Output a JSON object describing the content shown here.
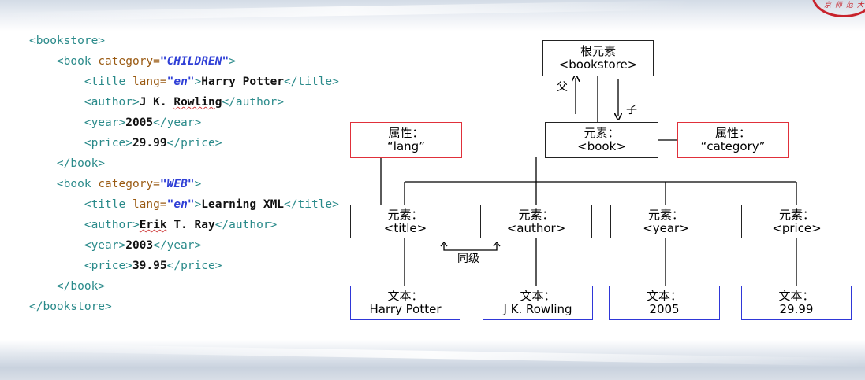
{
  "code": {
    "lines": [
      [
        {
          "t": "<bookstore>",
          "c": "tag"
        }
      ],
      [
        {
          "t": "    <book ",
          "c": "tag"
        },
        {
          "t": "category=",
          "c": "attr"
        },
        {
          "t": "\"CHILDREN\"",
          "c": "val"
        },
        {
          "t": ">",
          "c": "tag"
        }
      ],
      [
        {
          "t": "        <title ",
          "c": "tag"
        },
        {
          "t": "lang=",
          "c": "attr"
        },
        {
          "t": "\"en\"",
          "c": "val"
        },
        {
          "t": ">",
          "c": "tag"
        },
        {
          "t": "Harry Potter",
          "c": "txt"
        },
        {
          "t": "</title>",
          "c": "tag"
        }
      ],
      [
        {
          "t": "        <author>",
          "c": "tag"
        },
        {
          "t": "J K. ",
          "c": "txt"
        },
        {
          "t": "Rowling",
          "c": "txt squig"
        },
        {
          "t": "</author>",
          "c": "tag"
        }
      ],
      [
        {
          "t": "        <year>",
          "c": "tag"
        },
        {
          "t": "2005",
          "c": "txt"
        },
        {
          "t": "</year>",
          "c": "tag"
        }
      ],
      [
        {
          "t": "        <price>",
          "c": "tag"
        },
        {
          "t": "29.99",
          "c": "txt"
        },
        {
          "t": "</price>",
          "c": "tag"
        }
      ],
      [
        {
          "t": "    </book>",
          "c": "tag"
        }
      ],
      [
        {
          "t": "    <book ",
          "c": "tag"
        },
        {
          "t": "category=",
          "c": "attr"
        },
        {
          "t": "\"WEB\"",
          "c": "val"
        },
        {
          "t": ">",
          "c": "tag"
        }
      ],
      [
        {
          "t": "        <title ",
          "c": "tag"
        },
        {
          "t": "lang=",
          "c": "attr"
        },
        {
          "t": "\"en\"",
          "c": "val"
        },
        {
          "t": ">",
          "c": "tag"
        },
        {
          "t": "Learning XML",
          "c": "txt"
        },
        {
          "t": "</title>",
          "c": "tag"
        }
      ],
      [
        {
          "t": "        <author>",
          "c": "tag"
        },
        {
          "t": "Erik",
          "c": "txt squig"
        },
        {
          "t": " T. Ray",
          "c": "txt"
        },
        {
          "t": "</author>",
          "c": "tag"
        }
      ],
      [
        {
          "t": "        <year>",
          "c": "tag"
        },
        {
          "t": "2003",
          "c": "txt"
        },
        {
          "t": "</year>",
          "c": "tag"
        }
      ],
      [
        {
          "t": "        <price>",
          "c": "tag"
        },
        {
          "t": "39.95",
          "c": "txt"
        },
        {
          "t": "</price>",
          "c": "tag"
        }
      ],
      [
        {
          "t": "    </book>",
          "c": "tag"
        }
      ],
      [
        {
          "t": "</bookstore>",
          "c": "tag"
        }
      ]
    ]
  },
  "tree": {
    "root": {
      "line1": "根元素",
      "line2": "<bookstore>"
    },
    "parent_label": "父",
    "child_label": "子",
    "sibling_label": "同级",
    "book": {
      "line1": "元素：",
      "line2": "<book>"
    },
    "attr_lang": {
      "line1": "属性：",
      "line2": "“lang”"
    },
    "attr_category": {
      "line1": "属性：",
      "line2": "“category”"
    },
    "elements": [
      {
        "line1": "元素：",
        "line2": "<title>"
      },
      {
        "line1": "元素：",
        "line2": "<author>"
      },
      {
        "line1": "元素：",
        "line2": "<year>"
      },
      {
        "line1": "元素：",
        "line2": "<price>"
      }
    ],
    "texts": [
      {
        "line1": "文本：",
        "line2": "Harry Potter"
      },
      {
        "line1": "文本：",
        "line2": "J K. Rowling"
      },
      {
        "line1": "文本：",
        "line2": "2005"
      },
      {
        "line1": "文本：",
        "line2": "29.99"
      }
    ]
  },
  "colors": {
    "tag": "#2a8a8a",
    "attribute": "#9a5a12",
    "value": "#2f3fd6",
    "element_border": "#222222",
    "attribute_border": "#e0303a",
    "text_border": "#2f37d8",
    "seal": "#c8232c"
  },
  "seal": {
    "text": "京 师 范 大"
  }
}
